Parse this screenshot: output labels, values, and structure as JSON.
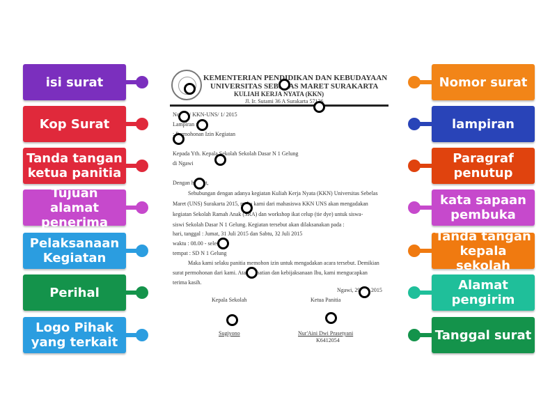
{
  "labels_left": [
    {
      "text": "isi surat",
      "color": "#7b2fbe"
    },
    {
      "text": "Kop Surat",
      "color": "#e0293b"
    },
    {
      "text": "Tanda tangan ketua panitia",
      "color": "#e0293b"
    },
    {
      "text": "Tujuan alamat penerima",
      "color": "#c649cc"
    },
    {
      "text": "Pelaksanaan Kegiatan",
      "color": "#2b9de0"
    },
    {
      "text": "Perihal",
      "color": "#14934b"
    },
    {
      "text": "Logo Pihak yang terkait",
      "color": "#2b9de0"
    }
  ],
  "labels_right": [
    {
      "text": "Nomor surat",
      "color": "#f28518"
    },
    {
      "text": "lampiran",
      "color": "#2944b8"
    },
    {
      "text": "Paragraf penutup",
      "color": "#e0430e"
    },
    {
      "text": "kata sapaan pembuka",
      "color": "#c649cc"
    },
    {
      "text": "Tanda tangan kepala sekolah",
      "color": "#f07a10"
    },
    {
      "text": "Alamat pengirim",
      "color": "#1fbf9a"
    },
    {
      "text": "Tanggal surat",
      "color": "#14934b"
    }
  ],
  "letter": {
    "header1": "KEMENTERIAN PENDIDIKAN DAN KEBUDAYAAN",
    "header2": "UNIVERSITAS SEBELAS MARET SURAKARTA",
    "header3": "KULIAH KERJA NYATA (KKN)",
    "header4": "Jl. Ir. Sutami 36 A Surakarta 57126",
    "nomor": "No          : 01/ KKN-UNS/ 1/ 2015",
    "lampiran": "Lampiran    : -",
    "perihal": "                   : Permohonan Izin Kegiatan",
    "kepada": "Kepada Yth.     Kepala Sekolah Sekolah Dasar N 1 Gelung",
    "di": "                       di Ngawi",
    "sapaan": "Dengan hormat,",
    "p1": "Sehubungan dengan adanya kegiatan Kuliah Kerja Nyata (KKN) Universitas Sebelas",
    "p2": "Maret (UNS) Surakarta 2015, maka kami dari mahasiswa KKN UNS akan mengadakan",
    "p3": "kegiatan Sekolah Ramah Anak (SRA)  dan workshop ikat celup (tie dye) untuk siswa-",
    "p4": "siswi Sekolah Dasar N 1 Gelung. Kegiatan tersebut akan dilaksanakan pada :",
    "hari": "hari, tanggal   :  Jumat, 31 Juli 2015   dan Sabtu, 32 Juli 2015",
    "waktu": "waktu             : 08.00 - selesai",
    "tempat": "tempat            : SD N 1 Gelung",
    "c1": "Maka kami selaku panitia memohon izin untuk mengadakan acara tersebut. Demikian",
    "c2": "surat permohonan dari kami. Atas perhatian dan kebijaksanaan Ibu, kami mengucapkan",
    "c3": "terima kasih.",
    "tanggal": "Ngawi, 29 Juli 2015",
    "kepsek": "Kepala Sekolah",
    "ketua": "Ketua Panitia",
    "nama_kepsek": "Sugiyono",
    "nama_ketua": "Nur'Aini Dwi Prasetyani",
    "nim": "K6412054"
  }
}
